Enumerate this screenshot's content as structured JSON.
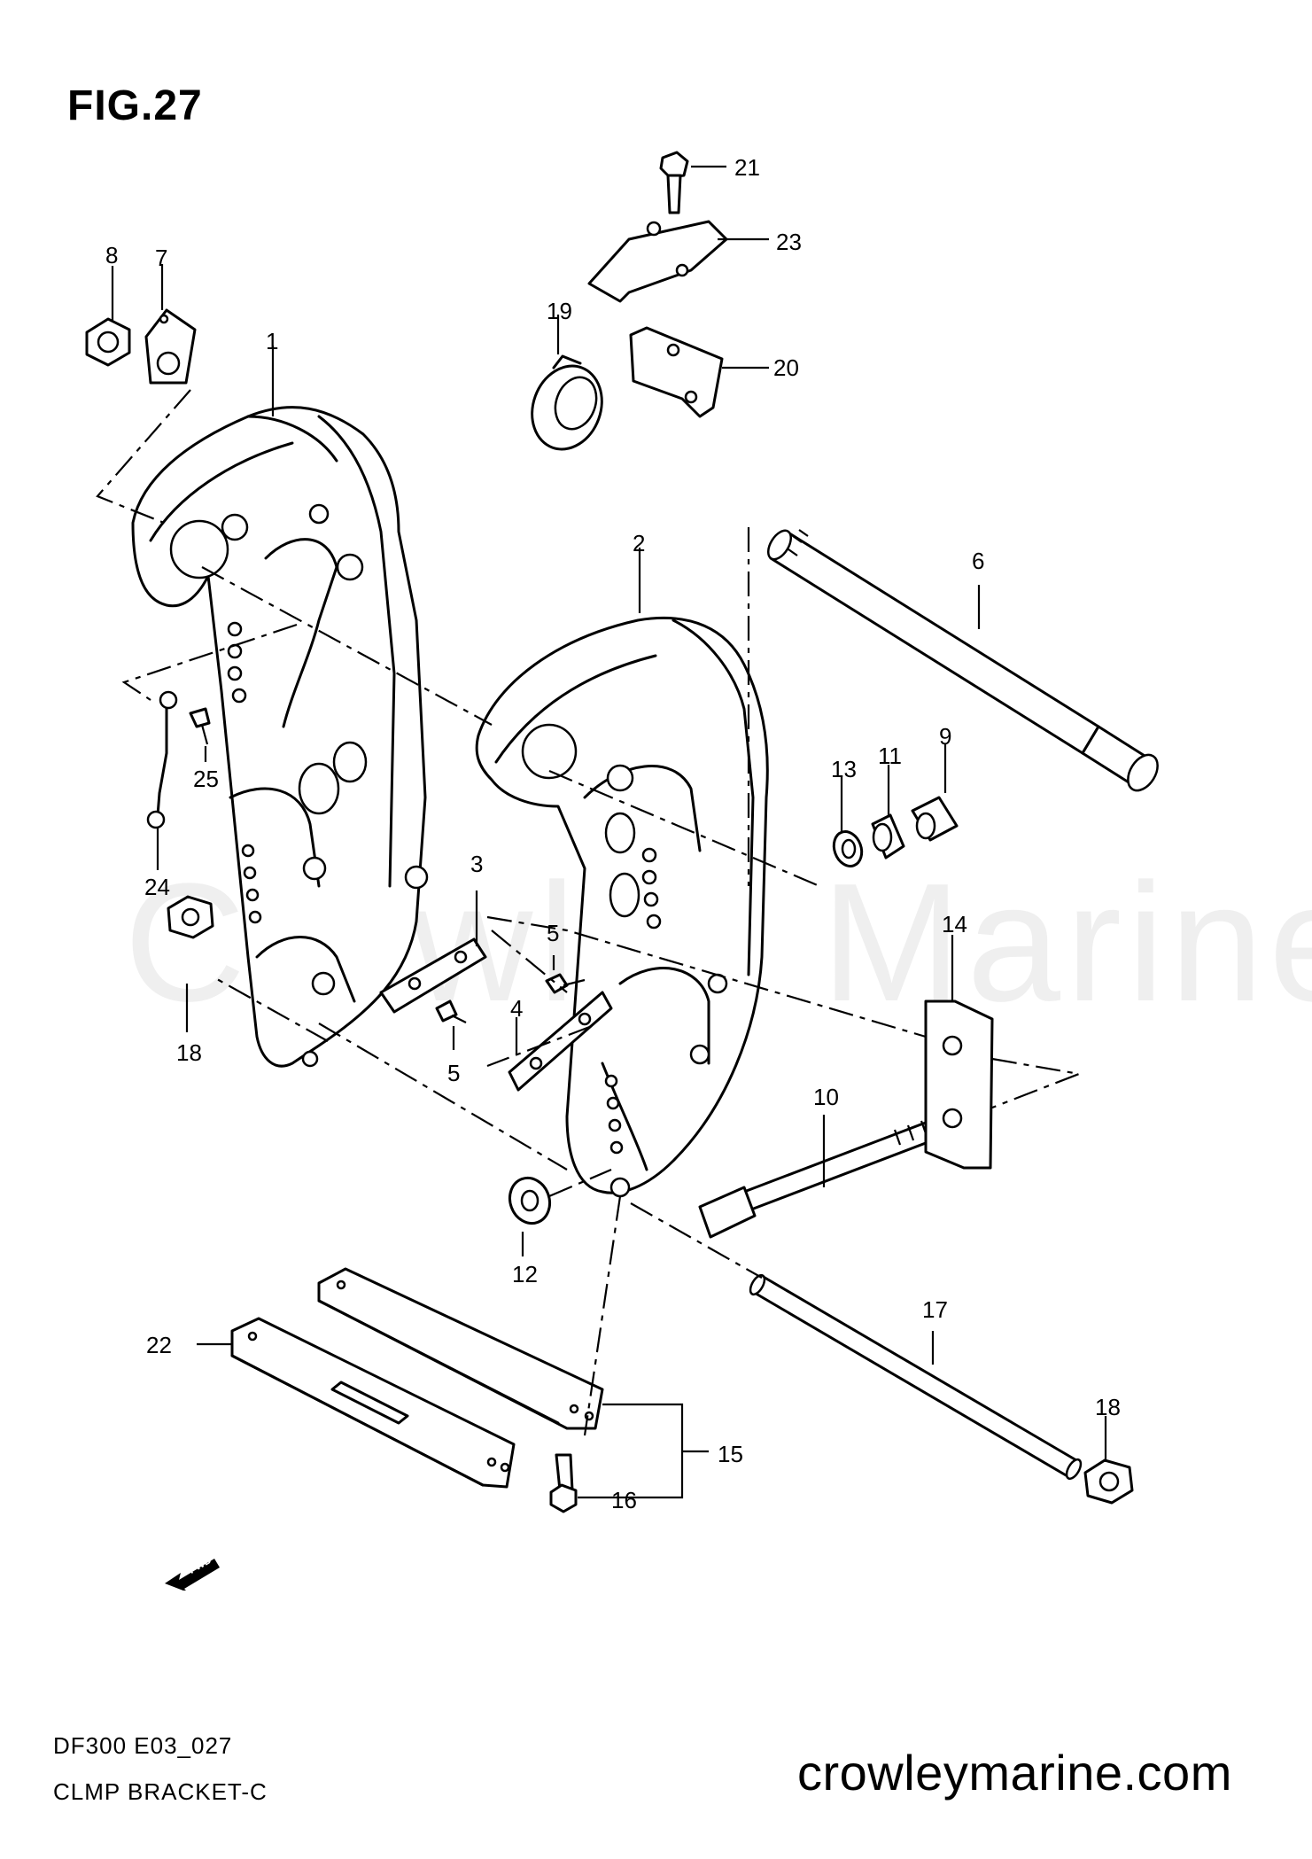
{
  "figure": {
    "title": "FIG.27"
  },
  "footer": {
    "model": "DF300 E03_027",
    "section": "CLMP BRACKET-C",
    "website": "crowleymarine.com"
  },
  "watermark": "Crowley Marine",
  "callouts": {
    "c1": "1",
    "c2": "2",
    "c3": "3",
    "c4": "4",
    "c5a": "5",
    "c5b": "5",
    "c6": "6",
    "c7": "7",
    "c8": "8",
    "c9": "9",
    "c10": "10",
    "c11": "11",
    "c12": "12",
    "c13": "13",
    "c14": "14",
    "c15": "15",
    "c16": "16",
    "c17": "17",
    "c18a": "18",
    "c18b": "18",
    "c19": "19",
    "c20": "20",
    "c21": "21",
    "c22": "22",
    "c23": "23",
    "c24": "24",
    "c25": "25"
  },
  "icons": {
    "fwd_arrow": "fwd-arrow-icon",
    "fwd_text": "FWD"
  }
}
